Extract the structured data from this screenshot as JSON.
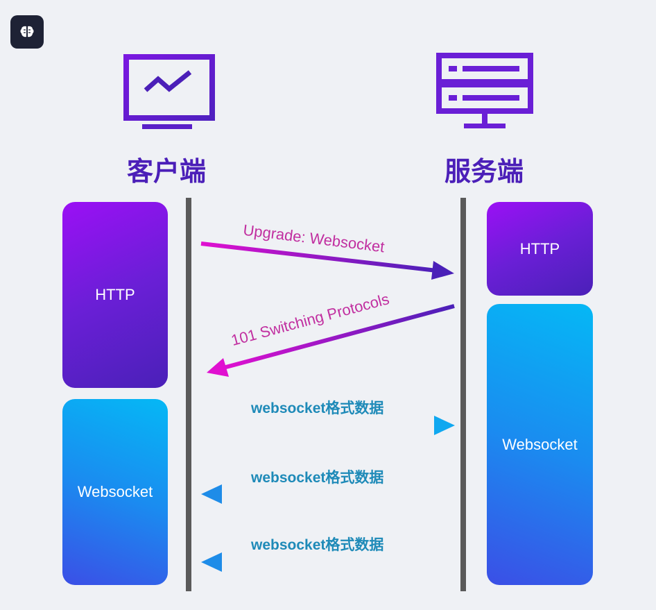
{
  "header": {
    "brain_icon": "brain-icon"
  },
  "client": {
    "title": "客户端",
    "icon": "monitor-chart-icon",
    "http_label": "HTTP",
    "websocket_label": "Websocket"
  },
  "server": {
    "title": "服务端",
    "icon": "server-icon",
    "http_label": "HTTP",
    "websocket_label": "Websocket"
  },
  "messages": [
    {
      "label": "Upgrade: Websocket",
      "direction": "client-to-server"
    },
    {
      "label": "101 Switching Protocols",
      "direction": "server-to-client"
    },
    {
      "label": "websocket格式数据",
      "direction": "client-to-server"
    },
    {
      "label": "websocket格式数据",
      "direction": "server-to-client"
    },
    {
      "label": "websocket格式数据",
      "direction": "server-to-client"
    }
  ],
  "colors": {
    "purple": "#6a1fd6",
    "blue": "#1a8cf0",
    "pink": "#e010d0",
    "line": "#5a5a5a"
  }
}
